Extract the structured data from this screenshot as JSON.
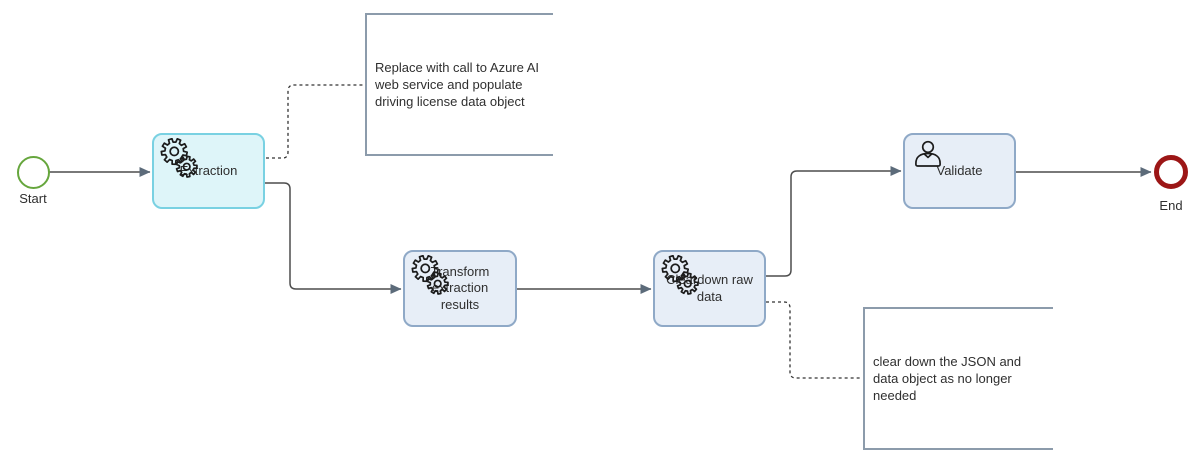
{
  "diagram_type": "bpmn-process",
  "nodes": {
    "start": {
      "label": "Start",
      "type": "start-event"
    },
    "extraction": {
      "label": "Extraction",
      "type": "service-task"
    },
    "transform": {
      "label": "Transform extraction results",
      "type": "service-task"
    },
    "cleardown": {
      "label": "Cleardown raw data",
      "type": "service-task"
    },
    "validate": {
      "label": "Validate",
      "type": "user-task"
    },
    "end": {
      "label": "End",
      "type": "end-event"
    }
  },
  "annotations": [
    {
      "text": "Replace with call to Azure AI web service and populate driving license data object"
    },
    {
      "text": "clear down the JSON and data object as no longer needed"
    }
  ],
  "flows": [
    {
      "from": "Start",
      "to": "Extraction",
      "style": "solid-arrow"
    },
    {
      "from": "Extraction",
      "to": "Transform extraction results",
      "style": "solid-arrow"
    },
    {
      "from": "Transform extraction results",
      "to": "Cleardown raw data",
      "style": "solid-arrow"
    },
    {
      "from": "Cleardown raw data",
      "to": "Validate",
      "style": "solid-arrow"
    },
    {
      "from": "Validate",
      "to": "End",
      "style": "solid-arrow"
    },
    {
      "from": "Extraction",
      "to": "annotation-top",
      "style": "dotted"
    },
    {
      "from": "Cleardown raw data",
      "to": "annotation-bottom",
      "style": "dotted"
    }
  ],
  "colors": {
    "start_event_stroke": "#66a63d",
    "end_event_stroke": "#9c1616",
    "highlight_task_fill": "#def5f9",
    "highlight_task_border": "#79d1e2",
    "task_fill": "#e7eef7",
    "task_border": "#8fa9c7",
    "annotation_border": "#8c9bab",
    "connector_line": "#4d4d4d",
    "arrowhead": "#5c6b7a",
    "icon_stroke": "#1c1c1c",
    "text": "#2f2f2f"
  }
}
